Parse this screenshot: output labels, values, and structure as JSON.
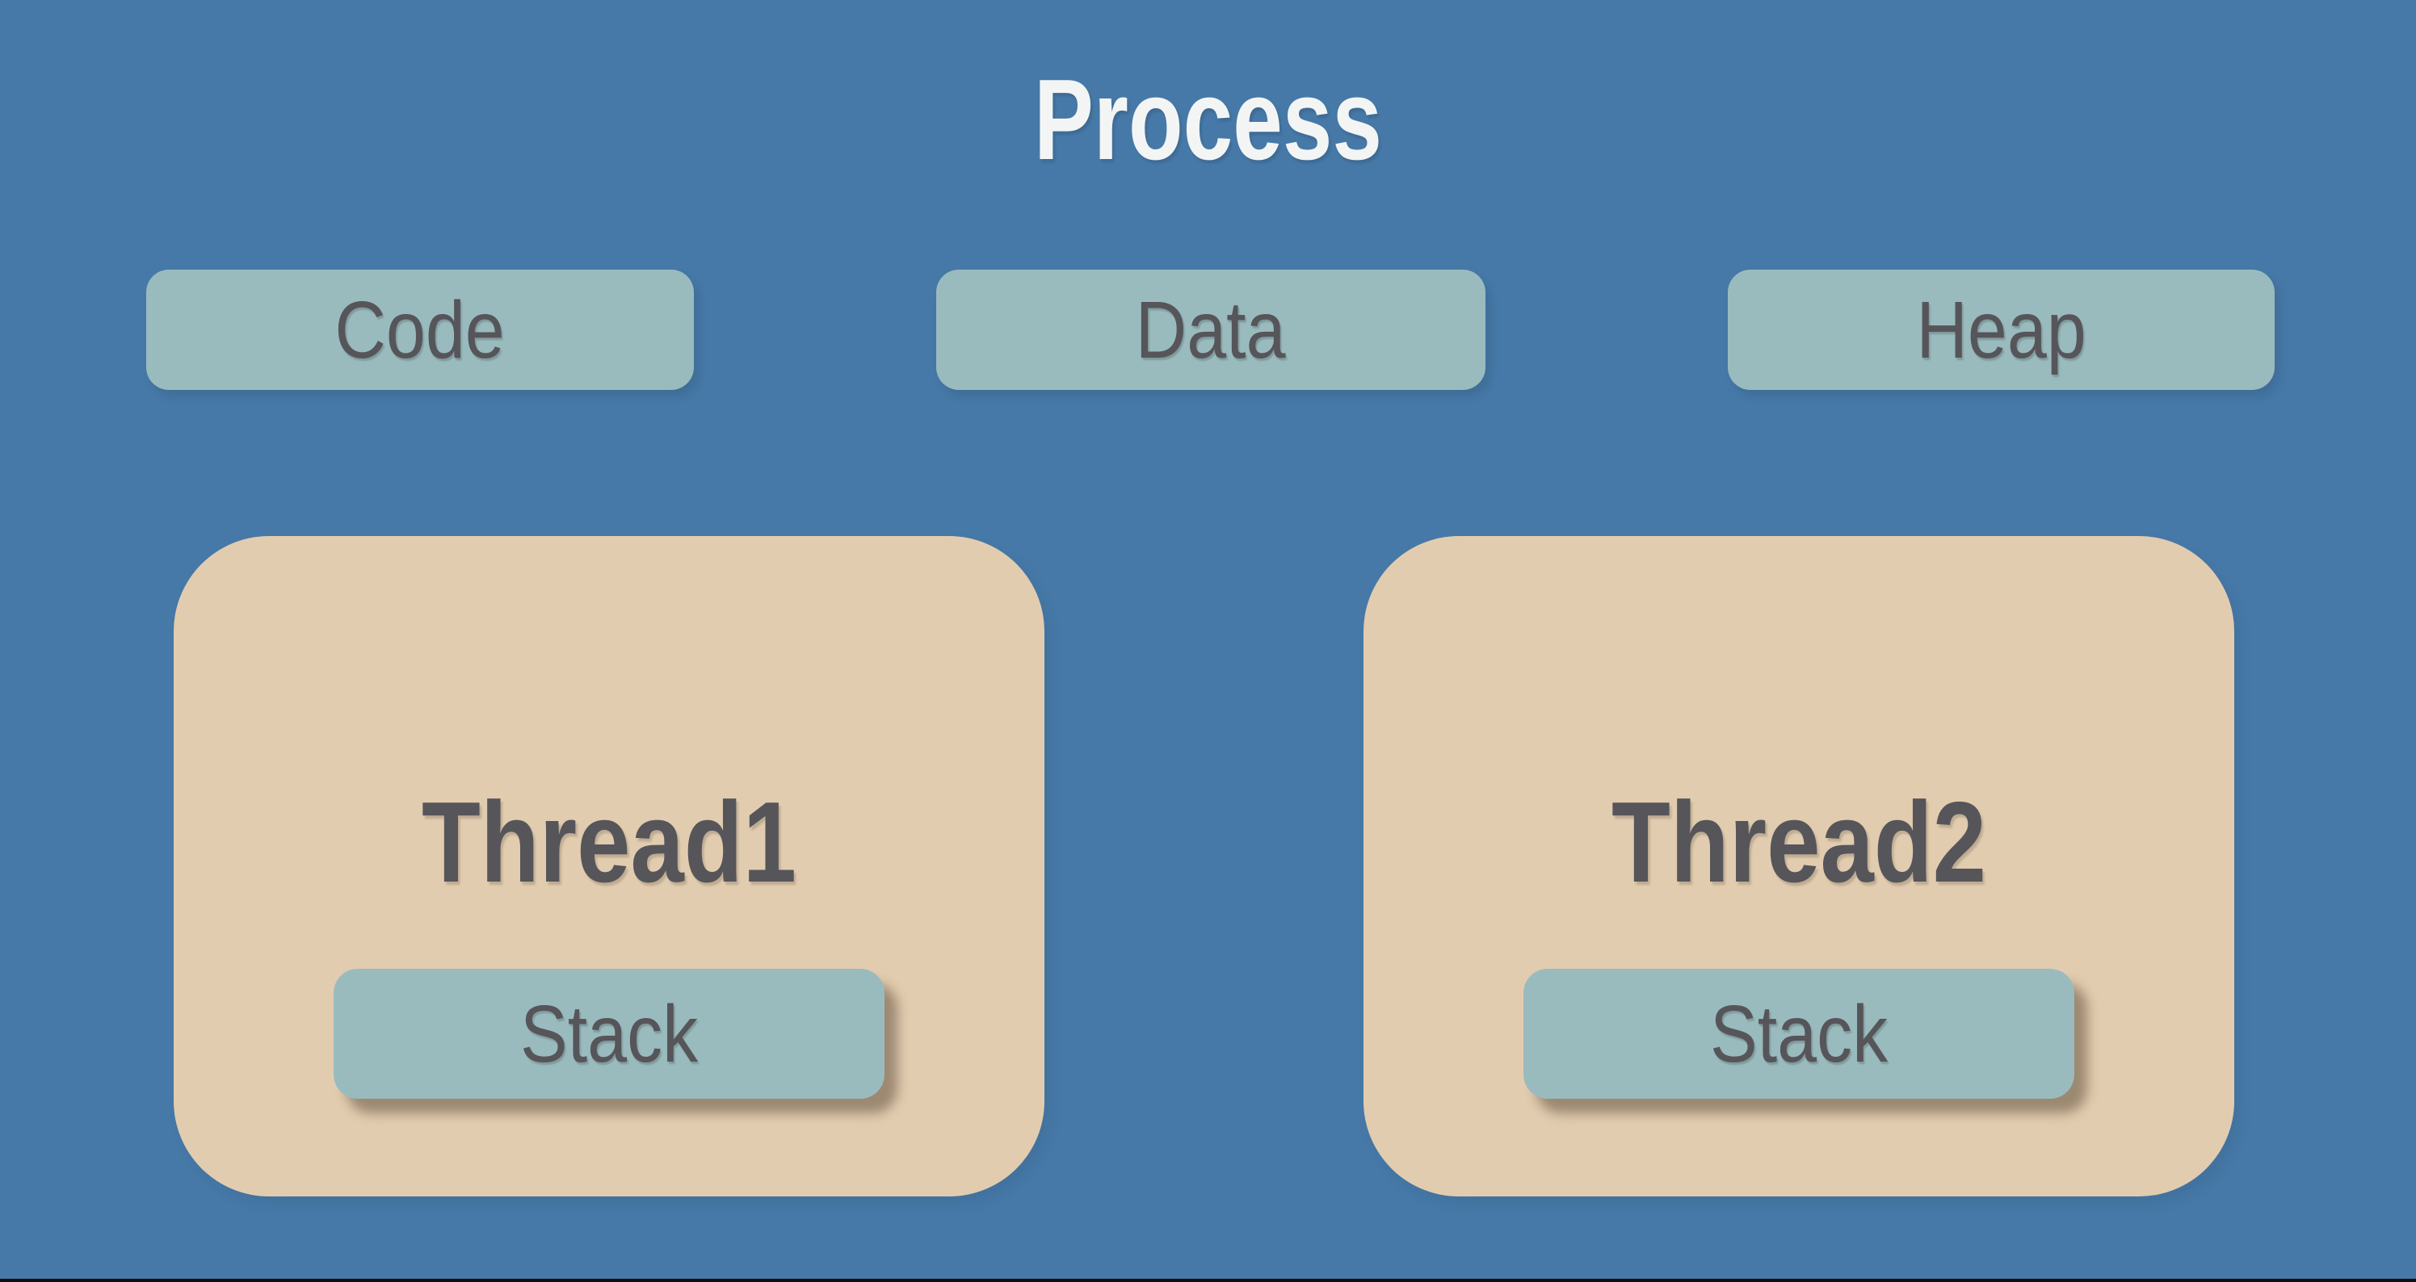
{
  "diagram": {
    "title": "Process",
    "segments": [
      {
        "label": "Code"
      },
      {
        "label": "Data"
      },
      {
        "label": "Heap"
      }
    ],
    "threads": [
      {
        "label": "Thread1",
        "stack_label": "Stack"
      },
      {
        "label": "Thread2",
        "stack_label": "Stack"
      }
    ],
    "colors": {
      "background": "#4679A8",
      "segment_box": "#9ABBBE",
      "thread_box": "#E2CCAF",
      "stack_box": "#9ABBBE",
      "title_text": "#F3F5F5",
      "label_text": "#56555A",
      "stack_shadow": "rgba(70,55,40,0.45)",
      "bottom_bar": "#0E0E0E"
    }
  }
}
